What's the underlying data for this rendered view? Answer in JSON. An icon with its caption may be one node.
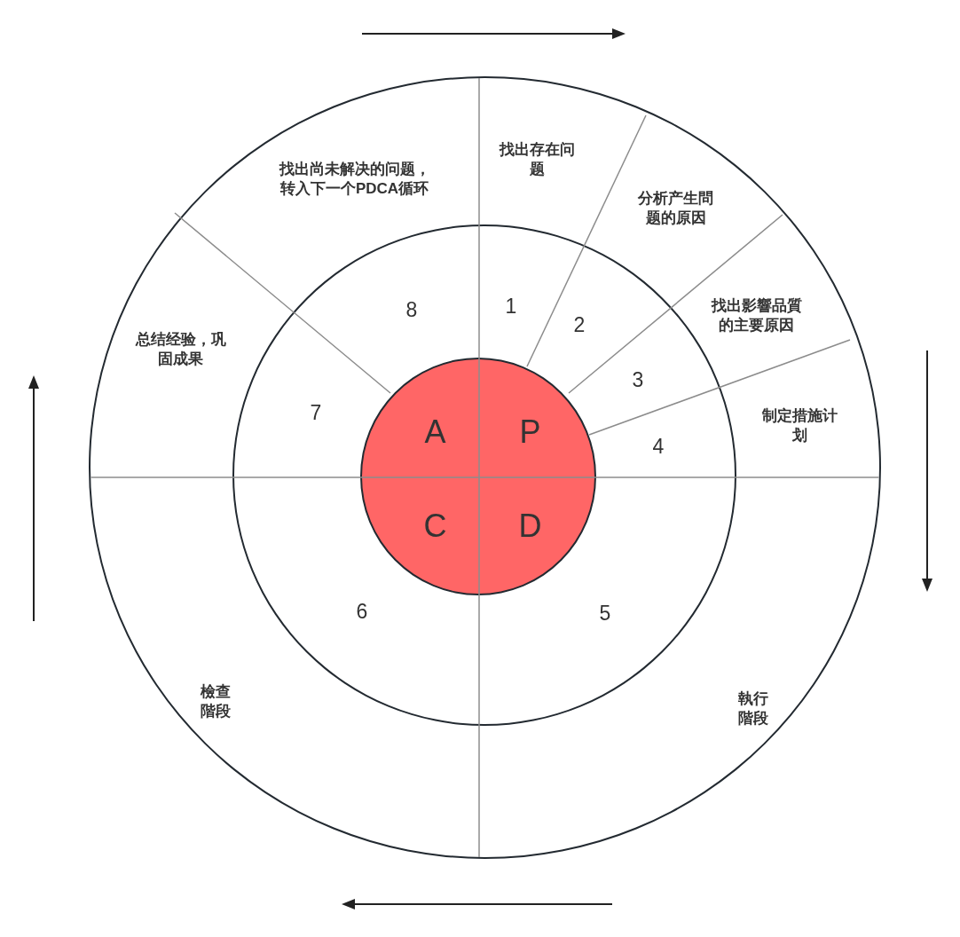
{
  "diagram": {
    "nodes": [
      {
        "text": [
          "找出尚未解决的问题，转入下一个PDCA循环",
          "找出存在问题",
          "分析产生問题的原因",
          "找出影響品質的主要原因",
          "总结经验，巩固成果",
          "制定措施计划",
          "檢查階段",
          "執行階段"
        ]
      },
      {
        "text": [
          "8",
          "1",
          "2",
          "3",
          "7",
          "4",
          "6",
          "5"
        ],
        "in": 0
      },
      {
        "text": [
          "A",
          "P",
          "C",
          "D"
        ],
        "in": 1
      }
    ]
  }
}
